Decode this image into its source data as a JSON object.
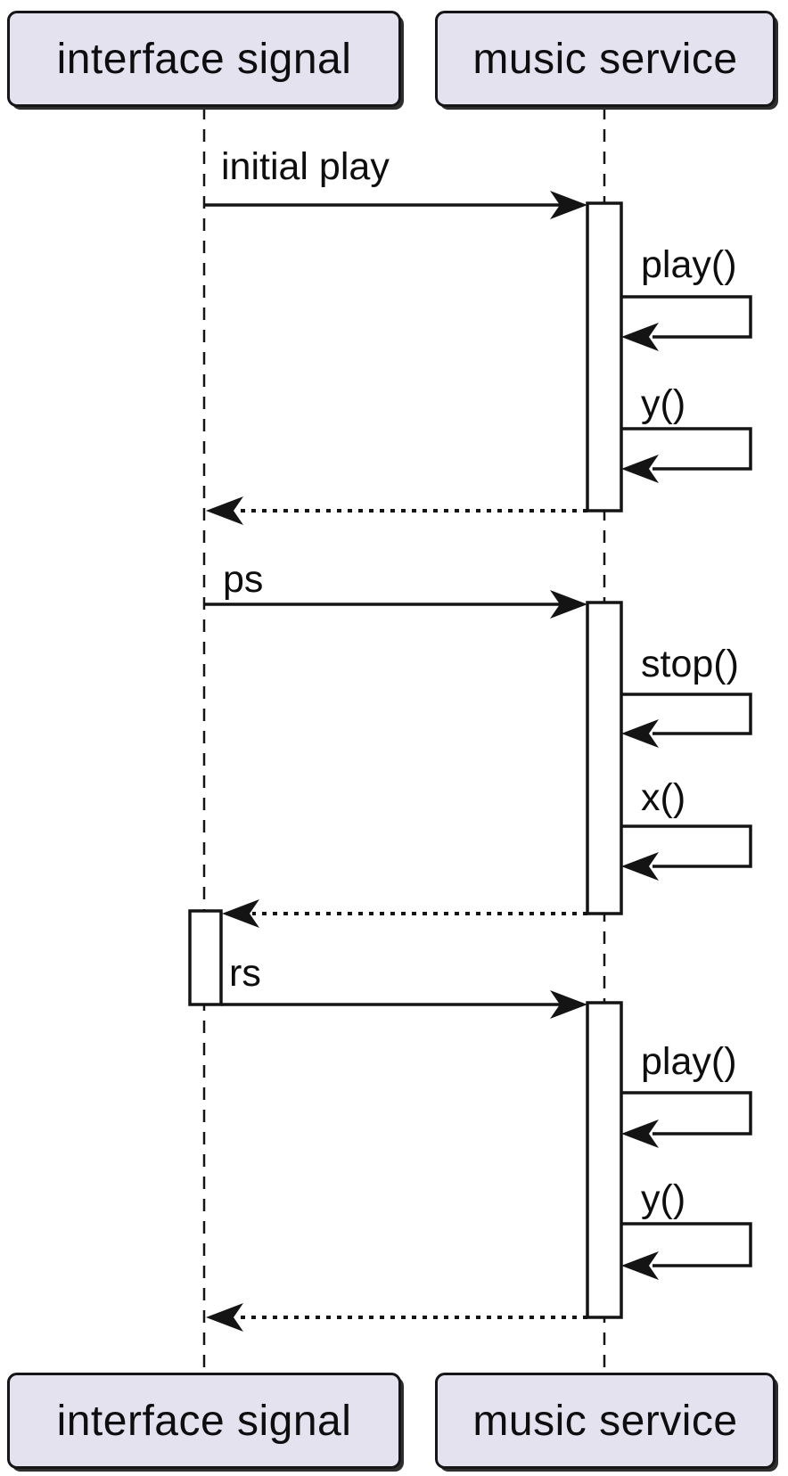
{
  "diagram_type": "uml-sequence-diagram",
  "participants": [
    {
      "id": "interface-signal",
      "label": "interface signal"
    },
    {
      "id": "music-service",
      "label": "music service"
    }
  ],
  "messages": [
    {
      "from": "interface signal",
      "to": "music service",
      "label": "initial play",
      "style": "solid-arrow"
    },
    {
      "from": "music service",
      "to": "music service",
      "label": "play()",
      "style": "self-call"
    },
    {
      "from": "music service",
      "to": "music service",
      "label": "y()",
      "style": "self-call"
    },
    {
      "from": "music service",
      "to": "interface signal",
      "label": "",
      "style": "dotted-return"
    },
    {
      "from": "interface signal",
      "to": "music service",
      "label": "ps",
      "style": "solid-arrow"
    },
    {
      "from": "music service",
      "to": "music service",
      "label": "stop()",
      "style": "self-call"
    },
    {
      "from": "music service",
      "to": "music service",
      "label": "x()",
      "style": "self-call"
    },
    {
      "from": "music service",
      "to": "interface signal",
      "label": "",
      "style": "dotted-return"
    },
    {
      "from": "interface signal",
      "to": "music service",
      "label": "rs",
      "style": "solid-arrow"
    },
    {
      "from": "music service",
      "to": "music service",
      "label": "play()",
      "style": "self-call"
    },
    {
      "from": "music service",
      "to": "music service",
      "label": "y()",
      "style": "self-call"
    },
    {
      "from": "music service",
      "to": "interface signal",
      "label": "",
      "style": "dotted-return"
    }
  ],
  "activations": [
    {
      "lifeline": "music service",
      "count": 3
    },
    {
      "lifeline": "interface signal",
      "count": 1
    }
  ],
  "colors": {
    "background": "#ffffff",
    "participant_fill": "#e3e2ee",
    "participant_border": "#161616",
    "line": "#141414",
    "text": "#0e0e0e",
    "activation_fill": "#ffffff"
  }
}
